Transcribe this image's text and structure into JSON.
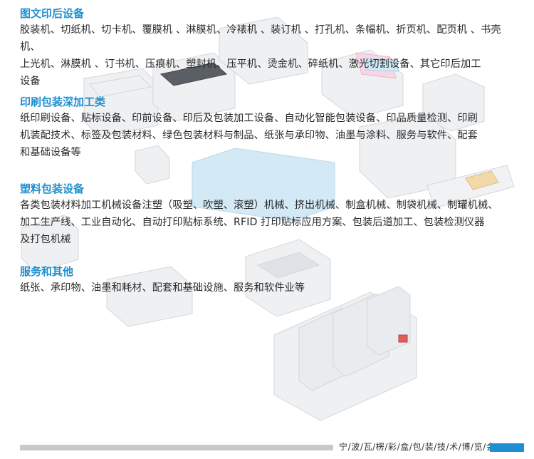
{
  "sections": [
    {
      "heading": "图文印后设备",
      "lines": [
        "胶装机、切纸机、切卡机、覆膜机 、淋膜机、冷裱机 、装订机 、打孔机、条幅机、折页机、配页机 、书壳机、",
        "上光机、淋膜机 、订书机、压痕机、塑封机、压平机、烫金机、碎纸机、激光切割设备、其它印后加工",
        "设备"
      ]
    },
    {
      "heading": "印刷包装深加工类",
      "lines": [
        "纸印刷设备、贴标设备、印前设备、印后及包装加工设备、自动化智能包装设备、印品质量检测、印刷",
        "机装配技术、标签及包装材料、绿色包装材料与制品、纸张与承印物、油墨与涂料、服务与软件、配套",
        "和基础设备等"
      ]
    },
    {
      "heading": "塑料包装设备",
      "lines": [
        "各类包装材料加工机械设备注塑（吸塑、吹塑、滚塑）机械、挤出机械、制盒机械、制袋机械、制罐机械、",
        "加工生产线、工业自动化、自动打印贴标系统、RFID 打印贴标应用方案、包装后道加工、包装检测仪器",
        "及打包机械"
      ]
    },
    {
      "heading": "服务和其他",
      "lines": [
        "纸张、承印物、油墨和耗材、配套和基础设施、服务和软件业等"
      ]
    }
  ],
  "footer": {
    "text": "宁/波/瓦/楞/彩/盒/包/装/技/术/博/览/会"
  },
  "colors": {
    "accent": "#1e8fd0",
    "footer_bar": "#c9c9c9",
    "illustration_gray": "#e6e8ea"
  }
}
